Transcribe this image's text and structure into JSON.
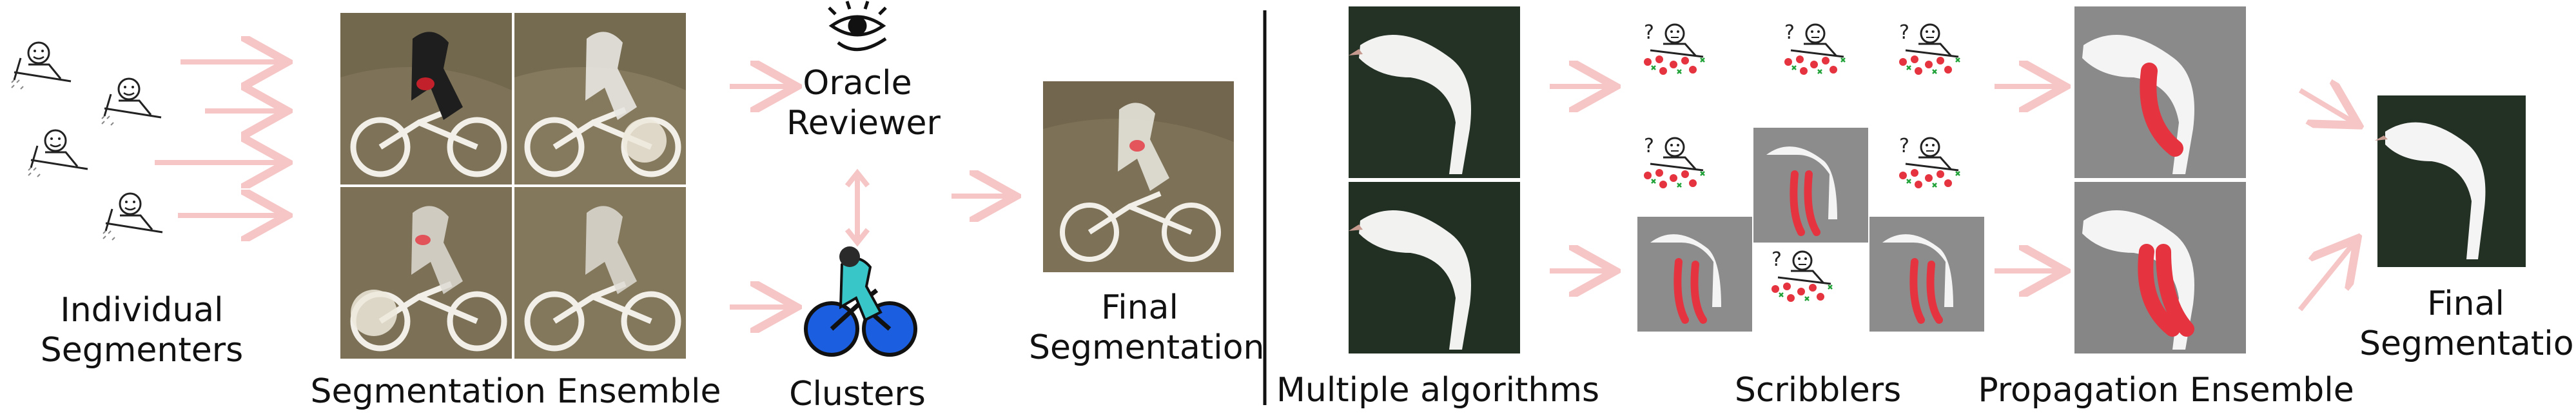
{
  "left_panel": {
    "individual_segmenters_line1": "Individual",
    "individual_segmenters_line2": "Segmenters",
    "segmentation_ensemble": "Segmentation Ensemble",
    "oracle_line1": "Oracle",
    "oracle_line2": "Reviewer",
    "clusters": "Clusters",
    "final_line1": "Final",
    "final_line2": "Segmentation"
  },
  "right_panel": {
    "multiple_algorithms": "Multiple algorithms",
    "scribblers": "Scribblers",
    "propagation_ensemble": "Propagation Ensemble",
    "final_line1": "Final",
    "final_line2": "Segmentation",
    "question_mark": "?"
  },
  "colors": {
    "arrow": "#f6c6c6",
    "scribble_red": "#e5333f",
    "bike_cyan": "#39c6c9",
    "bike_blue": "#1b5fe0",
    "photo_dark": "#2f3a2e",
    "photo_sand": "#8a7a5c"
  },
  "icons": [
    "person-drawing-icon",
    "eye-icon",
    "cyclist-icon",
    "scribbler-icon"
  ]
}
